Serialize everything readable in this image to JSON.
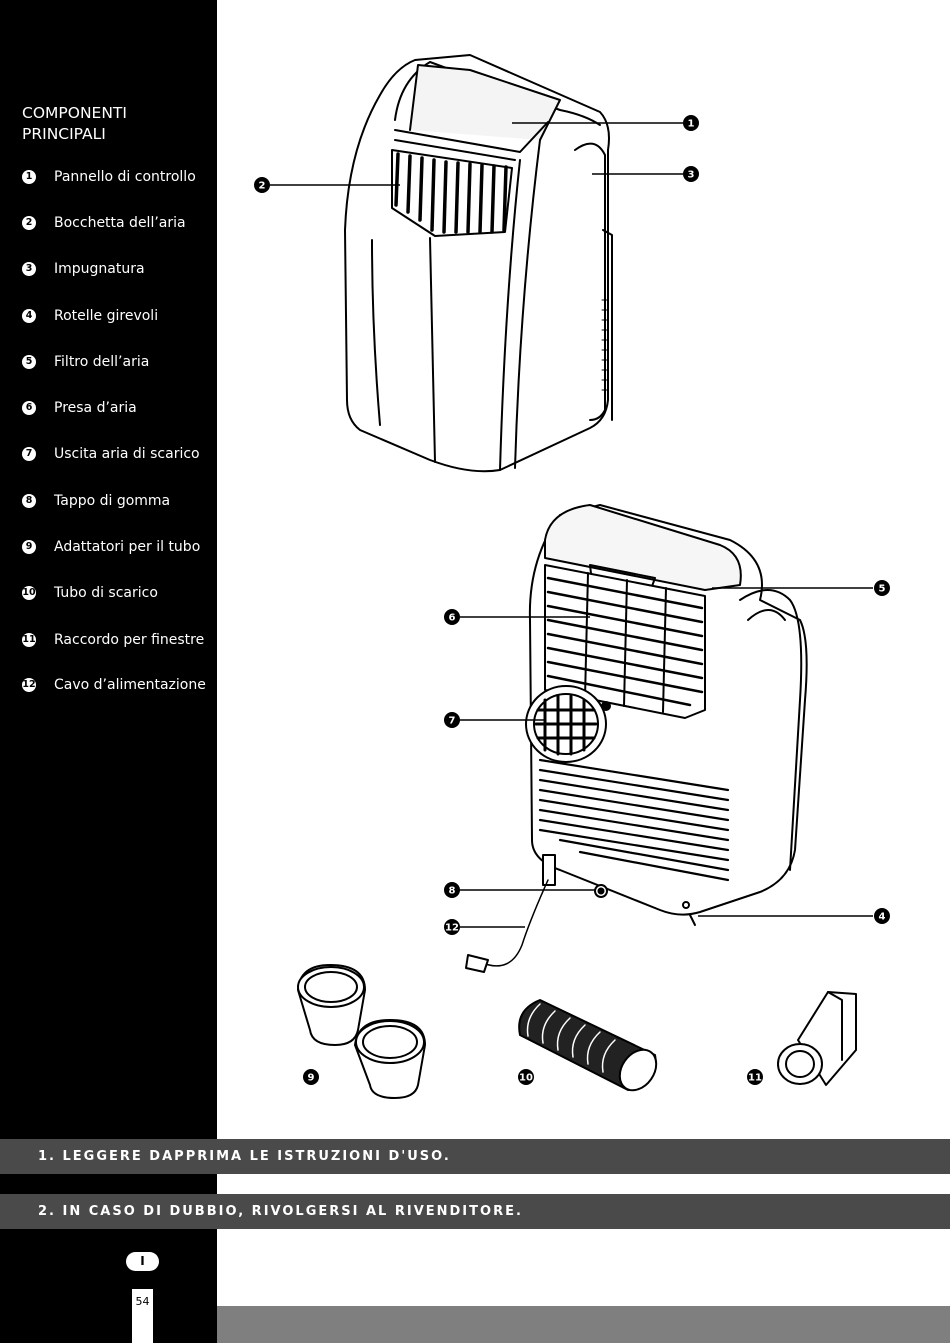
{
  "sidebar": {
    "title": "COMPONENTI PRINCIPALI",
    "items": [
      {
        "number": "1",
        "label": "Pannello di controllo"
      },
      {
        "number": "2",
        "label": "Bocchetta dell’aria"
      },
      {
        "number": "3",
        "label": "Impugnatura"
      },
      {
        "number": "4",
        "label": "Rotelle girevoli"
      },
      {
        "number": "5",
        "label": "Filtro dell’aria"
      },
      {
        "number": "6",
        "label": "Presa d’aria"
      },
      {
        "number": "7",
        "label": "Uscita aria di scarico"
      },
      {
        "number": "8",
        "label": "Tappo di gomma"
      },
      {
        "number": "9",
        "label": "Adattatori per il tubo"
      },
      {
        "number": "10",
        "label": "Tubo di scarico"
      },
      {
        "number": "11",
        "label": "Raccordo per finestre"
      },
      {
        "number": "12",
        "label": "Cavo d’alimentazione"
      }
    ]
  },
  "instructions": [
    "1. LEGGERE DAPPRIMA LE ISTRUZIONI D'USO.",
    "2. IN CASO DI DUBBIO, RIVOLGERSI AL RIVENDITORE."
  ],
  "footer": {
    "language_badge": "I",
    "page_number": "54"
  },
  "callouts": [
    "1",
    "2",
    "3",
    "4",
    "5",
    "6",
    "7",
    "8",
    "9",
    "10",
    "11",
    "12"
  ],
  "colors": {
    "sidebar": "#000000",
    "band": "#4a4a4a",
    "footer_bar": "#7f7f7f"
  }
}
